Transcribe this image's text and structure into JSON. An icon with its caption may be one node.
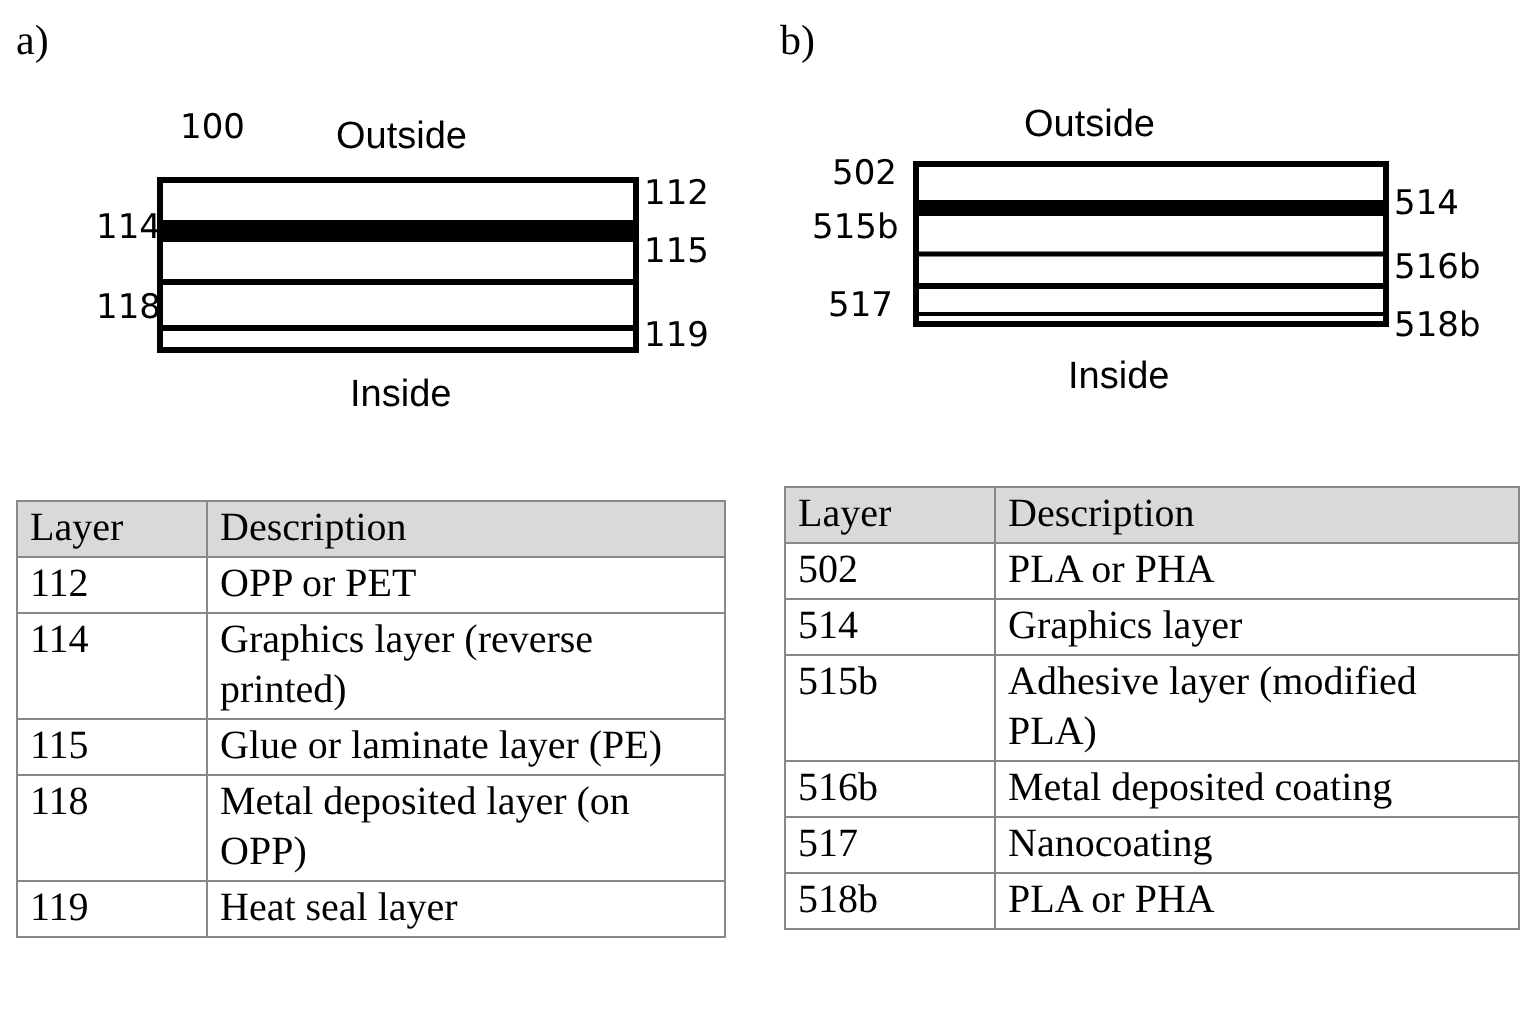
{
  "diagram": {
    "labels": [
      "a)",
      "b)",
      "100",
      "Outside",
      "112",
      "114",
      "115",
      "118",
      "119",
      "Inside",
      "Outside",
      "502",
      "514",
      "515b",
      "516b",
      "517",
      "518b",
      "Inside",
      "Layer",
      "Description",
      "112",
      "OPP or PET",
      "114",
      "Graphics layer (reverse printed)",
      "115",
      "Glue or laminate layer (PE)",
      "118",
      "Metal deposited layer (on OPP)",
      "119",
      "Heat seal layer",
      "Layer",
      "Description",
      "502",
      "PLA or PHA",
      "514",
      "Graphics layer",
      "515b",
      "Adhesive layer (modified PLA)",
      "516b",
      "Metal deposited coating",
      "517",
      "Nanocoating",
      "518b",
      "PLA or PHA"
    ]
  }
}
